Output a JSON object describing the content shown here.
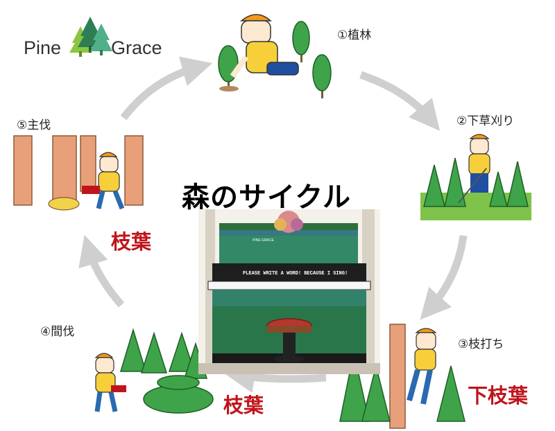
{
  "logo": {
    "left": "Pine",
    "right": "Grace"
  },
  "title": "森のサイクル",
  "steps": [
    {
      "label": "①植林"
    },
    {
      "label": "②下草刈り"
    },
    {
      "label": "③枝打ち"
    },
    {
      "label": "④間伐"
    },
    {
      "label": "⑤主伐"
    }
  ],
  "red_labels": {
    "left": "枝葉",
    "bottom": "枝葉",
    "right": "下枝葉"
  },
  "piano": {
    "brand": "PINE GRACE",
    "stencil": "PLEASE WRITE A WORD! BECAUSE I SING!"
  },
  "colors": {
    "red": "#c0141c",
    "arrow": "#cfcfcf",
    "tree": "#3fa34a",
    "helmet": "#f39a1a"
  }
}
